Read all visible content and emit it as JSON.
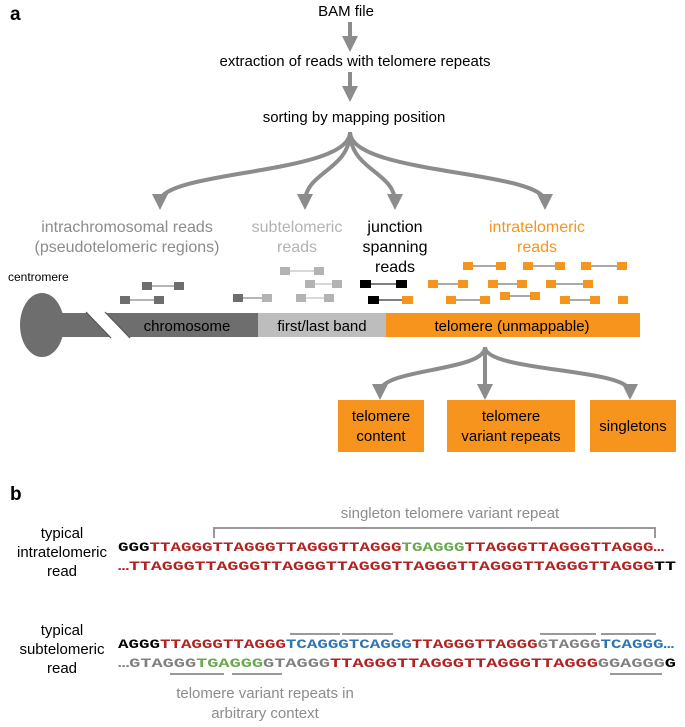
{
  "colors": {
    "arrow": "#8c8c8c",
    "chromosome": "#6e6e6e",
    "band": "#bdbdbd",
    "telomere": "#f7941d",
    "subtel_label": "#b3b3b3",
    "intrachrom_label": "#8c8c8c",
    "seq_red": "#b22222",
    "seq_green": "#6aa84f",
    "seq_blue": "#2e75b6",
    "seq_gray": "#808080"
  },
  "panel_a": {
    "label": "a",
    "step1": "BAM file",
    "step2": "extraction of reads with telomere repeats",
    "step3": "sorting by mapping position",
    "groups": {
      "intrachromosomal_l1": "intrachromosomal reads",
      "intrachromosomal_l2": "(pseudotelomeric regions)",
      "subtelomeric_l1": "subtelomeric",
      "subtelomeric_l2": "reads",
      "junction_l1": "junction",
      "junction_l2": "spanning",
      "junction_l3": "reads",
      "intratelomeric_l1": "intratelomeric",
      "intratelomeric_l2": "reads"
    },
    "centromere": "centromere",
    "segments": {
      "chromosome": "chromosome",
      "band": "first/last band",
      "telomere": "telomere (unmappable)"
    },
    "outputs": {
      "content_l1": "telomere",
      "content_l2": "content",
      "variant_l1": "telomere",
      "variant_l2": "variant repeats",
      "singletons": "singletons"
    }
  },
  "panel_b": {
    "label": "b",
    "intra_label_l1": "typical",
    "intra_label_l2": "intratelomeric",
    "intra_label_l3": "read",
    "singleton_note": "singleton telomere variant repeat",
    "intra_row1": [
      {
        "t": "GGG",
        "c": "k"
      },
      {
        "t": "TTAGGGTTAGGGTTAGGGTTAGGG",
        "c": "r"
      },
      {
        "t": "TGAGGG",
        "c": "g"
      },
      {
        "t": "TTAGGGTTAGGGTTAGGG…",
        "c": "r"
      }
    ],
    "intra_row2": [
      {
        "t": "…TTAGGGTTAGGGTTAGGGTTAGGGTTAGGGTTAGGGTTAGGGTTAGGG",
        "c": "r"
      },
      {
        "t": "TT",
        "c": "k"
      }
    ],
    "sub_label_l1": "typical",
    "sub_label_l2": "subtelomeric",
    "sub_label_l3": "read",
    "sub_row1": [
      {
        "t": "AGGG",
        "c": "k"
      },
      {
        "t": "TTAGGGTTAGGG",
        "c": "r"
      },
      {
        "t": "TCAGGGTCAGGG",
        "c": "b"
      },
      {
        "t": "TTAGGGTTAGGG",
        "c": "r"
      },
      {
        "t": "GTAGGG",
        "c": "s"
      },
      {
        "t": "TCAGGG…",
        "c": "b"
      }
    ],
    "sub_row2": [
      {
        "t": "…GTAGGG",
        "c": "s"
      },
      {
        "t": "TGAGGG",
        "c": "g"
      },
      {
        "t": "GTAGGG",
        "c": "s"
      },
      {
        "t": "TTAGGGTTAGGGTTAGGGTTAGGG",
        "c": "r"
      },
      {
        "t": "GGAGGG",
        "c": "s"
      },
      {
        "t": "G",
        "c": "k"
      }
    ],
    "variant_note_l1": "telomere variant repeats in",
    "variant_note_l2": "arbitrary context"
  }
}
